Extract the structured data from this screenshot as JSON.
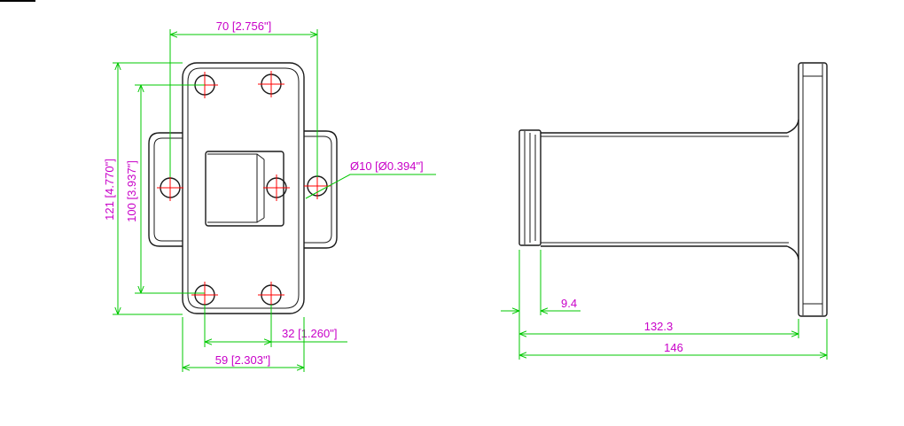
{
  "colors": {
    "dimension_line": "#00c800",
    "dimension_text": "#c800c8",
    "center_mark": "#ff0000",
    "outline": "#1a1a1a"
  },
  "front_view": {
    "dim_top_width": "70 [2.756\"]",
    "dim_height_outer": "121 [4.770\"]",
    "dim_height_inner": "100 [3.937\"]",
    "dim_hole": "Ø10 [Ø0.394\"]",
    "dim_hole_spacing": "32 [1.260\"]",
    "dim_flange_width": "59 [2.303\"]"
  },
  "side_view": {
    "dim_flange_thickness": "9.4",
    "dim_body_length": "132.3",
    "dim_total_length": "146"
  }
}
